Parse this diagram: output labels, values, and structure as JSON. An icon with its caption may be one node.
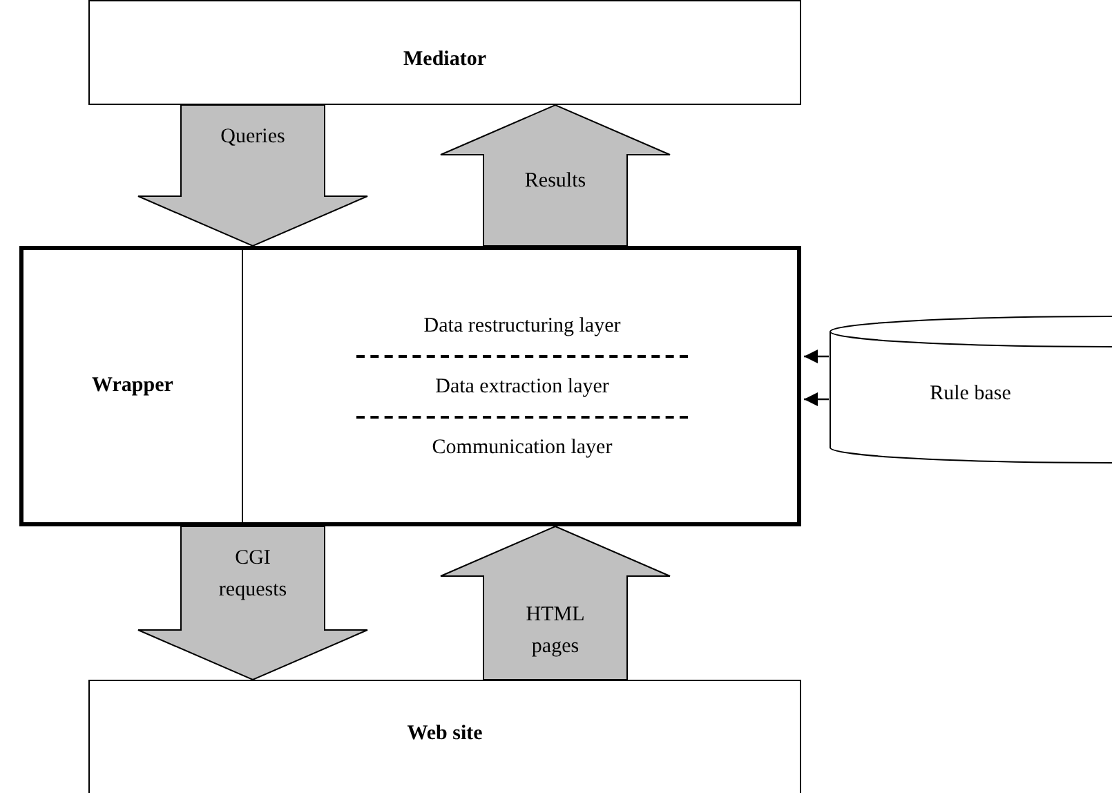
{
  "diagram": {
    "nodes": [
      {
        "text": [
          "Mediator"
        ]
      },
      {
        "text": [
          "Wrapper"
        ]
      },
      {
        "text": [
          "Data restructuring layer",
          "Data extraction layer",
          "Communication layer"
        ],
        "in": 1
      },
      {
        "text": [
          "Rule base"
        ]
      },
      {
        "text": [
          "Web site"
        ]
      }
    ],
    "edges": [
      {
        "from": 0,
        "to": 1,
        "arrow": "to",
        "label": "Queries",
        "style": "thick",
        "color": "#c0c0c0"
      },
      {
        "from": 1,
        "to": 0,
        "arrow": "to",
        "label": "Results",
        "style": "thick",
        "color": "#c0c0c0"
      },
      {
        "from": 1,
        "to": 4,
        "arrow": "to",
        "label": "CGI requests",
        "style": "thick",
        "color": "#c0c0c0"
      },
      {
        "from": 4,
        "to": 1,
        "arrow": "to",
        "label": "HTML pages",
        "style": "thick",
        "color": "#c0c0c0"
      },
      {
        "from": 3,
        "to": 1,
        "arrow": "to"
      },
      {
        "from": 3,
        "to": 1,
        "arrow": "to"
      }
    ]
  }
}
